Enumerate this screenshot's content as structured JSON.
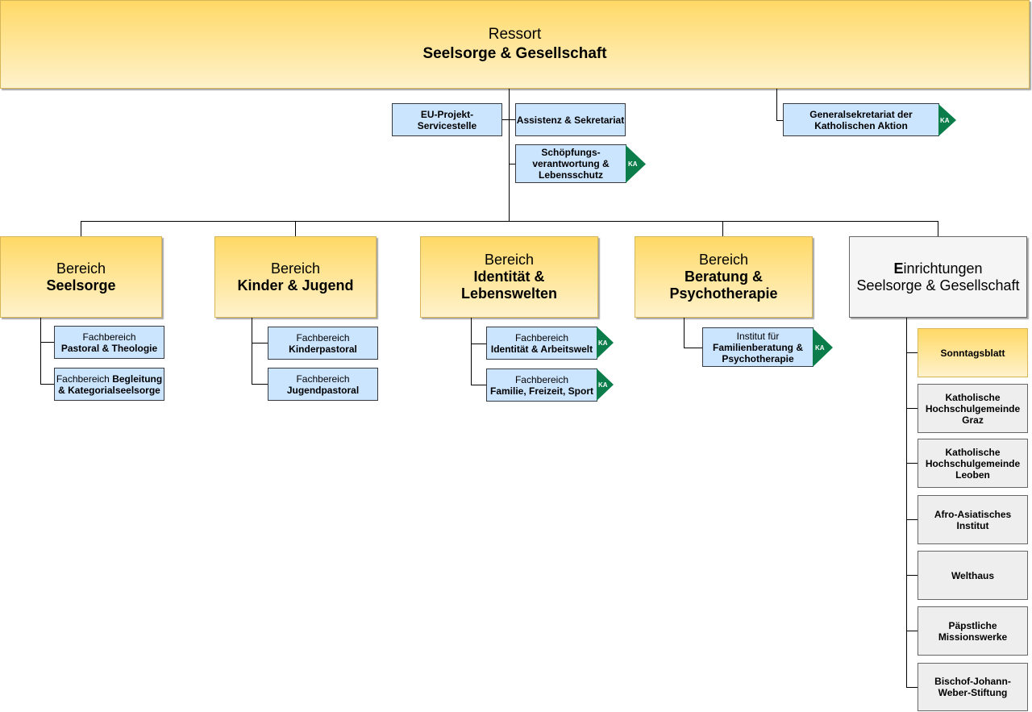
{
  "ressort": {
    "line1": "Ressort",
    "line2": "Seelsorge & Gesellschaft"
  },
  "staff": {
    "eu": {
      "line1": "EU-Projekt-",
      "line2": "Servicestelle"
    },
    "assistenz": {
      "label": "Assistenz & Sekretariat"
    },
    "schoepfung": {
      "line1": "Schöpfungs-",
      "line2": "verantwortung &",
      "line3": "Lebensschutz"
    },
    "generalsekretariat": {
      "line1": "Generalsekretariat der",
      "line2": "Katholischen Aktion"
    }
  },
  "ka_badge": "KA",
  "bereiche": {
    "seelsorge": {
      "line1": "Bereich",
      "line2": "Seelsorge"
    },
    "kinder": {
      "line1": "Bereich",
      "line2": "Kinder & Jugend"
    },
    "identitaet": {
      "line1": "Bereich",
      "line2": "Identität &",
      "line3": "Lebenswelten"
    },
    "beratung": {
      "line1": "Bereich",
      "line2": "Beratung &",
      "line3": "Psychotherapie"
    },
    "einrichtungen": {
      "line1_first": "E",
      "line1_rest": "inrichtungen",
      "line2": "Seelsorge & Gesellschaft"
    }
  },
  "fachbereiche": {
    "pastoral": {
      "line1": "Fachbereich",
      "line2": "Pastoral & Theologie"
    },
    "begleitung": {
      "line1a": "Fachbereich ",
      "line1b": "Begleitung",
      "line2": "& Kategorialseelsorge"
    },
    "kinderpastoral": {
      "line1": "Fachbereich",
      "line2": "Kinderpastoral"
    },
    "jugendpastoral": {
      "line1": "Fachbereich",
      "line2": "Jugendpastoral"
    },
    "arbeitswelt": {
      "line1": "Fachbereich",
      "line2": "Identität & Arbeitswelt"
    },
    "familie": {
      "line1": "Fachbereich",
      "line2": "Familie, Freizeit, Sport"
    },
    "institut": {
      "line1": "Institut für",
      "line2": "Familienberatung &",
      "line3": "Psychotherapie"
    }
  },
  "einrichtungen_items": {
    "sonntagsblatt": "Sonntagsblatt",
    "khg_graz": {
      "line1": "Katholische",
      "line2": "Hochschulgemeinde",
      "line3": "Graz"
    },
    "khg_leoben": {
      "line1": "Katholische",
      "line2": "Hochschulgemeinde",
      "line3": "Leoben"
    },
    "afro": {
      "line1": "Afro-Asiatisches",
      "line2": "Institut"
    },
    "welthaus": "Welthaus",
    "missionswerke": {
      "line1": "Päpstliche",
      "line2": "Missionswerke"
    },
    "stiftung": {
      "line1": "Bischof-Johann-",
      "line2": "Weber-Stiftung"
    }
  },
  "colors": {
    "gold_top": "#ffd966",
    "gold_bottom": "#fff2cc",
    "blue_fill": "#cce5ff",
    "gray_fill": "#f5f5f5",
    "ka_green": "#0a7d4a"
  }
}
